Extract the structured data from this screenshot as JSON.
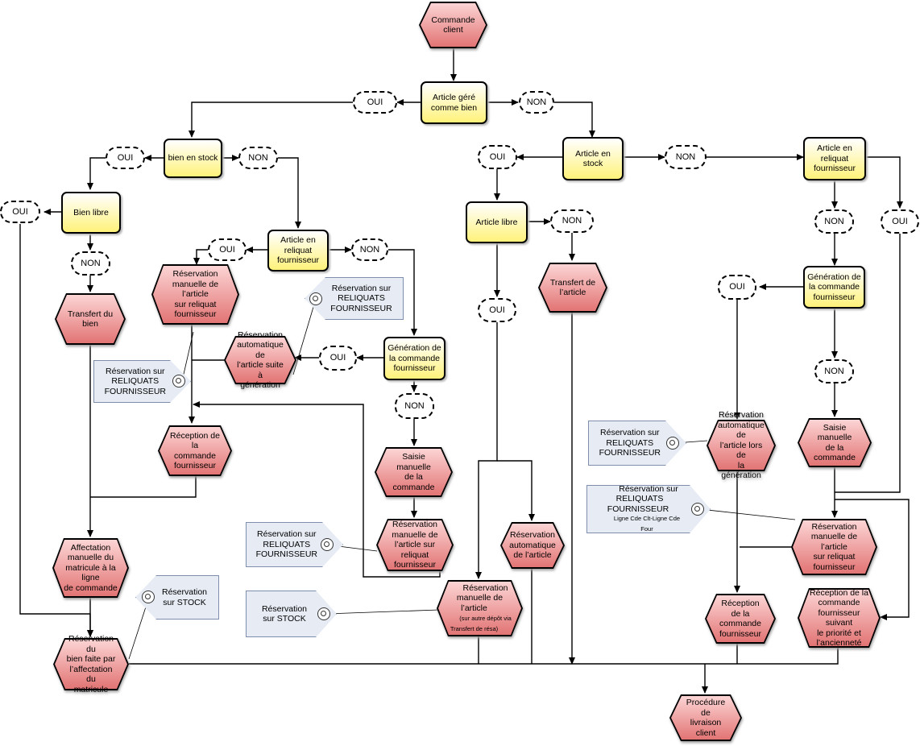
{
  "nodes": {
    "commande_client": "Commande\nclient",
    "article_gere": "Article géré\ncomme bien",
    "bien_en_stock": "bien en stock",
    "article_en_stock": "Article en\nstock",
    "article_reliquat_right": "Article en\nreliquat\nfournisseur",
    "bien_libre": "Bien libre",
    "article_reliquat_left": "Article en\nreliquat\nfournisseur",
    "article_libre": "Article libre",
    "generation_right": "Génération de\nla commande\nfournisseur",
    "generation_left": "Génération de\nla commande\nfournisseur",
    "transfert_bien": "Transfert du\nbien",
    "resa_manuelle_reliquat_left": "Réservation\nmanuelle de l’article\nsur reliquat\nfournisseur",
    "resa_auto_generation_left": "Réservation\nautomatique de\nl’article suite à\ngénération",
    "reception_left": "Réception de la\ncommande\nfournisseur",
    "transfert_article": "Transfert de\nl’article",
    "saisie_manuelle_center": "Saisie manuelle\nde la commande",
    "resa_manuelle_reliquat_center": "Réservation\nmanuelle de\nl’article sur reliquat\nfournisseur",
    "resa_auto_article": "Réservation\nautomatique\nde l’article",
    "affectation_manuelle": "Affectation\nmanuelle du\nmatricule à la ligne\nde commande",
    "resa_bien_affectation": "Réservation du\nbien faite par\nl’affectation du\nmatricule",
    "resa_manuelle_autre_depot": "Réservation\nmanuelle de l’article",
    "resa_manuelle_autre_depot_small": "(sur autre dépôt via\nTransfert de résa)",
    "resa_auto_generation_right": "Réservation\nautomatique de\nl’article lors de\nla génération",
    "saisie_manuelle_right": "Saisie manuelle\nde la commande",
    "resa_manuelle_reliquat_right": "Réservation\nmanuelle de l’article\nsur reliquat\nfournisseur",
    "reception_center_right": "Réception de la\ncommande\nfournisseur",
    "reception_priorite": "Réception de la\ncommande\nfournisseur suivant\nle priorité et\nl’ancienneté",
    "procedure_livraison": "Procédure de\nlivraison client"
  },
  "terminals": {
    "oui": "OUI",
    "non": "NON"
  },
  "tags": {
    "reliquats": "Réservation sur\nRELIQUATS\nFOURNISSEUR",
    "stock": "Réservation\nsur STOCK",
    "ligne_cde": "Ligne Cde Clt-Ligne Cde Four"
  }
}
